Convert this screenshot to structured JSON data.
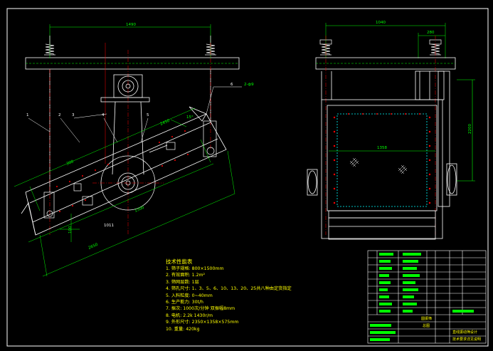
{
  "tech_spec": {
    "title": "技术性能表",
    "items": [
      "1. 筛子规格: 800×1500mm",
      "2. 有效面积: 1.2m²",
      "3. 筛网层数: 1层",
      "4. 筛孔尺寸: 1、3、5、6、10、13、20、25共八种由定货指定",
      "5. 入料粒度: 0~40mm",
      "6. 生产能力: 30t/h",
      "7. 振次: 1000次/分钟 双振幅8mm",
      "8. 电机: 2.2k 1430r/m",
      "9. 外形尺寸: 2350×1358×575mm",
      "10. 重量: 420kg"
    ]
  },
  "dimensions": {
    "left_top": "1490",
    "left_diag_upper": "2450",
    "left_diag_lower": "1500",
    "left_small": "100",
    "left_angle": "15°",
    "left_bottom_long": "2650",
    "left_mid_short": "1011",
    "left_side": "300",
    "left_holes": "2-ф9",
    "right_top": "1040",
    "right_top_small": "280",
    "right_height": "2200",
    "right_mid": "1358"
  },
  "part_labels": [
    "1",
    "2",
    "3",
    "4",
    "5",
    "6"
  ],
  "title_block": {
    "row1_a": "圆振筛",
    "row1_b": "总图",
    "name_line1": "直线振动筛设计",
    "name_line2": "技术要求详见说明"
  },
  "colors": {
    "background": "#000000",
    "outline": "#ffffff",
    "dimension": "#00ff00",
    "centerline": "#ff0000",
    "text": "#ffff00",
    "hidden": "#00ffff"
  }
}
